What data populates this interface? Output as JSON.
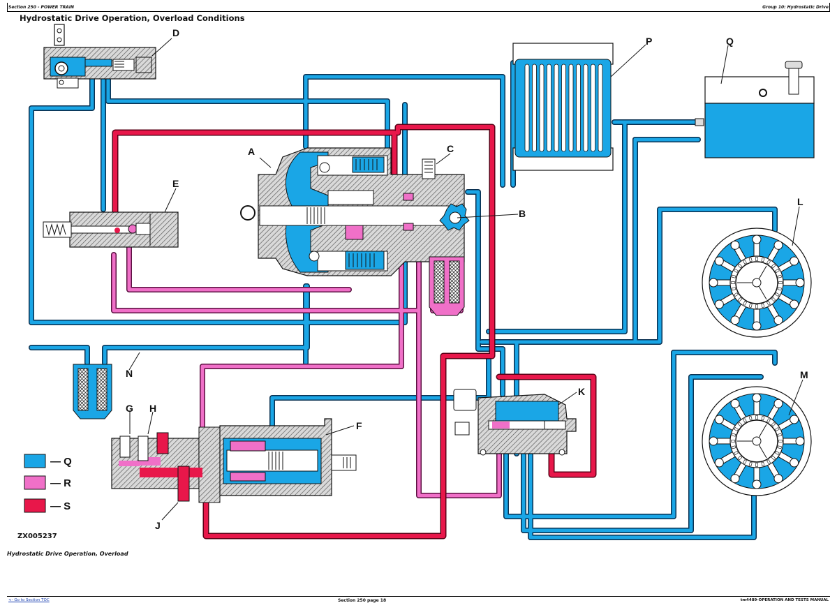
{
  "header": {
    "section": "Section 250 - POWER TRAIN",
    "group": "Group 10: Hydrostatic Drive"
  },
  "page_title": "Hydrostatic Drive Operation, Overload Conditions",
  "figure": {
    "id": "ZX005237",
    "caption": "Hydrostatic Drive Operation, Overload",
    "colors": {
      "Q": "#1aa6e6",
      "R": "#f070c8",
      "S": "#e8174a",
      "housing": "#c8c8c8",
      "outline": "#111111"
    },
    "callouts": [
      "A",
      "B",
      "C",
      "D",
      "E",
      "F",
      "G",
      "H",
      "J",
      "K",
      "L",
      "M",
      "N",
      "P",
      "Q"
    ],
    "legend": [
      {
        "key": "Q",
        "label": "— Q",
        "color": "#1aa6e6"
      },
      {
        "key": "R",
        "label": "— R",
        "color": "#f070c8"
      },
      {
        "key": "S",
        "label": "— S",
        "color": "#e8174a"
      }
    ]
  },
  "footer": {
    "toc_link": "<- Go to Section TOC",
    "page": "Section 250 page 18",
    "manual": "tm4489-OPERATION AND TESTS MANUAL"
  }
}
